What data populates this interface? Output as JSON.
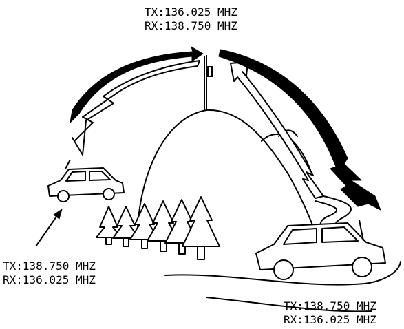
{
  "diagram": {
    "top_station": {
      "tx": "TX:136.025 MHZ",
      "rx": "RX:138.750 MHZ"
    },
    "left_station": {
      "tx": "TX:138.750 MHZ",
      "rx": "RX:136.025 MHZ"
    },
    "right_station": {
      "tx": "TX:138.750 MHZ",
      "rx": "RX:136.025 MHZ"
    }
  },
  "colors": {
    "line": "#000000",
    "background": "#ffffff"
  }
}
